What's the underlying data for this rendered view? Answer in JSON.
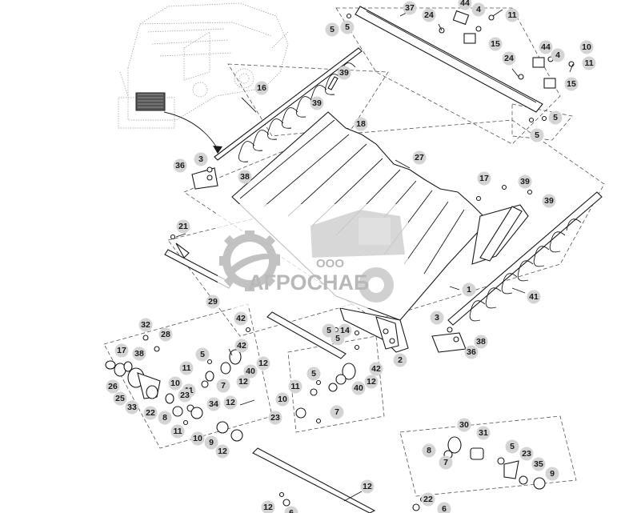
{
  "watermark": {
    "prefix": "ООО",
    "name": "АГРОСНАБ"
  },
  "callouts": [
    "37",
    "24",
    "44",
    "4",
    "11",
    "5",
    "5",
    "15",
    "44",
    "10",
    "24",
    "4",
    "11",
    "15",
    "39",
    "16",
    "39",
    "18",
    "5",
    "5",
    "27",
    "36",
    "3",
    "38",
    "17",
    "39",
    "39",
    "21",
    "1",
    "41",
    "29",
    "42",
    "5",
    "14",
    "5",
    "3",
    "38",
    "36",
    "2",
    "32",
    "28",
    "17",
    "38",
    "5",
    "11",
    "42",
    "40",
    "12",
    "5",
    "12",
    "42",
    "11",
    "12",
    "7",
    "10",
    "11",
    "10",
    "7",
    "40",
    "26",
    "25",
    "33",
    "23",
    "12",
    "22",
    "8",
    "34",
    "11",
    "10",
    "9",
    "12",
    "23",
    "7",
    "30",
    "31",
    "5",
    "8",
    "23",
    "35",
    "9",
    "12",
    "22",
    "6",
    "12",
    "6"
  ]
}
